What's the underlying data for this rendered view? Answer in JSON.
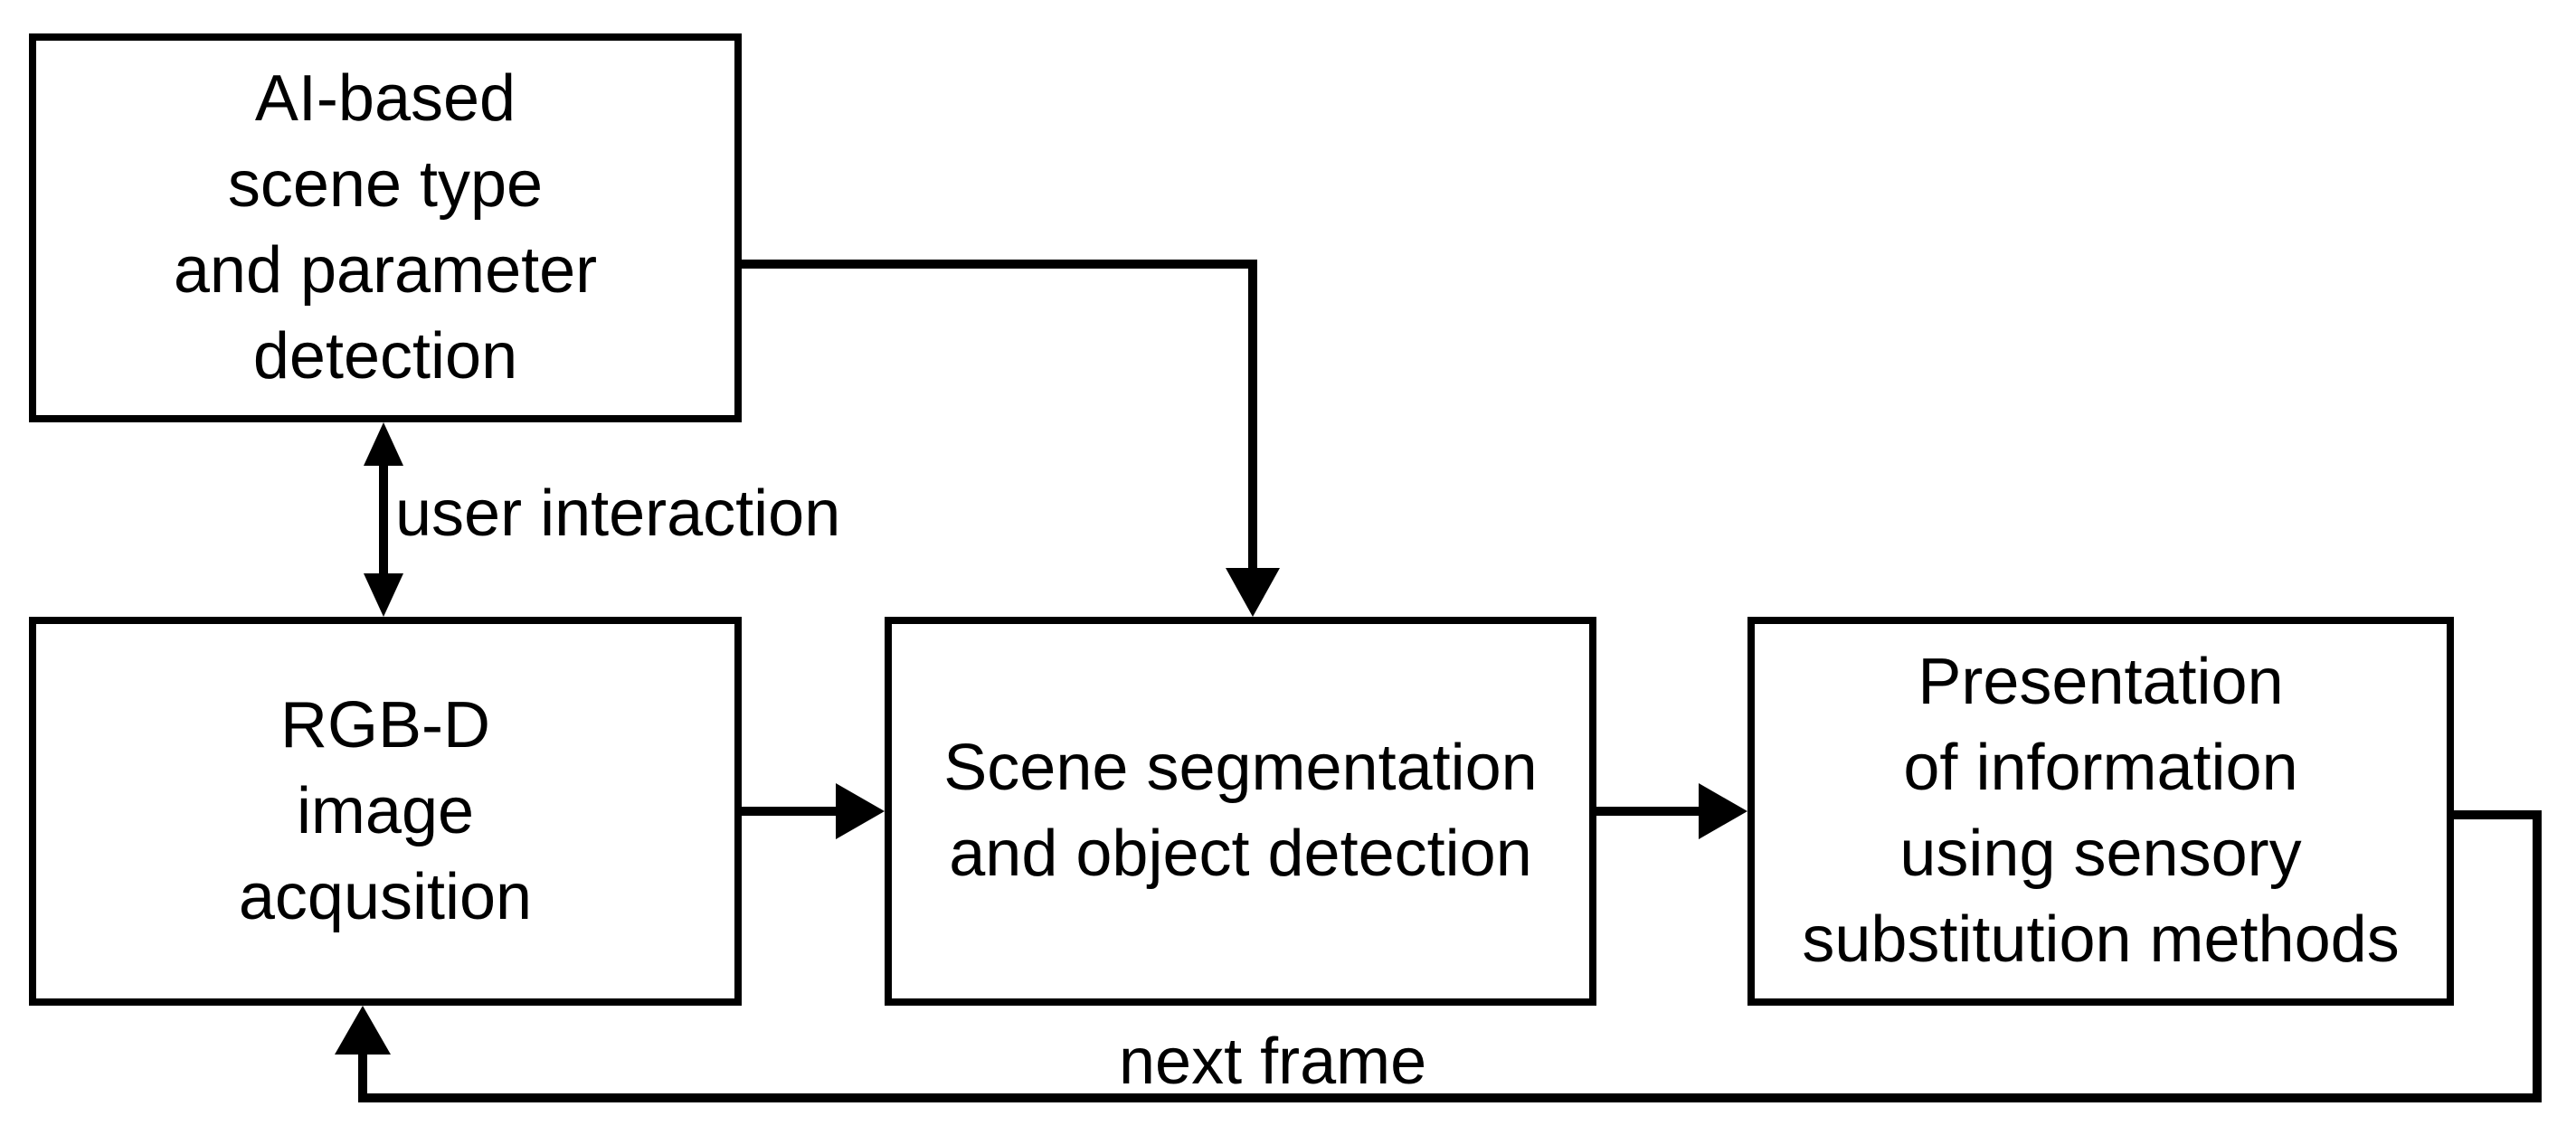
{
  "canvas": {
    "background_color": "#ffffff",
    "line_color": "#000000",
    "text_color": "#000000"
  },
  "nodes": {
    "ai_detection": {
      "label": "AI-based\nscene type\nand parameter\ndetection"
    },
    "rgbd": {
      "label": "RGB-D\nimage\nacqusition"
    },
    "segmentation": {
      "label": "Scene segmentation\nand object detection"
    },
    "presentation": {
      "label": "Presentation\nof information\nusing sensory\nsubstitution methods"
    }
  },
  "edge_labels": {
    "user_interaction": "user interaction",
    "next_frame": "next frame"
  }
}
